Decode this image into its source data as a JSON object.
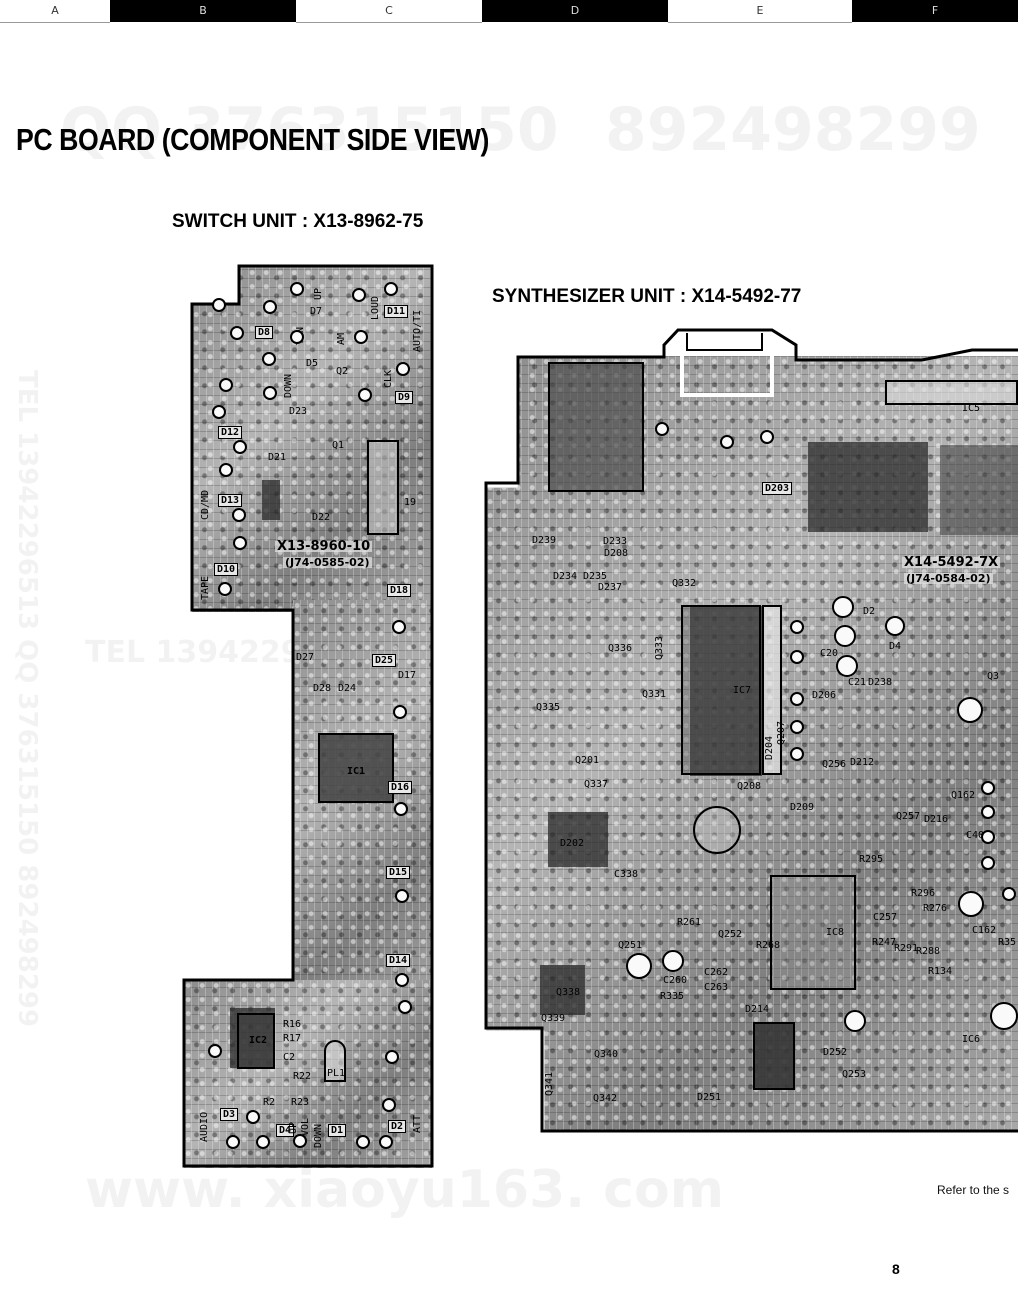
{
  "ruler": {
    "columns": [
      "A",
      "B",
      "C",
      "D",
      "E",
      "F"
    ]
  },
  "watermarks": {
    "top_left": "QQ 376315150",
    "top_right": "892498299",
    "side_vertical": "TEL 13942296513 QQ 376315150 892498299",
    "middle": "TEL 13942296513",
    "bottom": "www. xiaoyu163. com"
  },
  "page": {
    "title": "PC BOARD (COMPONENT SIDE VIEW)",
    "footer_note": "Refer to the s",
    "page_number": "8"
  },
  "switch_unit": {
    "label": "SWITCH UNIT : X13-8962-75",
    "board_id": "X13-8960-10",
    "board_sub": "(J74-0585-02)",
    "boxed_refs": [
      "D8",
      "D11",
      "D9",
      "D12",
      "D13",
      "D10",
      "D18",
      "D16",
      "D15",
      "D14",
      "D3",
      "D2",
      "D1",
      "D4"
    ],
    "refs": [
      "D7",
      "UP",
      "LOUD",
      "TUN",
      "D5",
      "AM",
      "DOWN",
      "Q2",
      "CLK",
      "AUTO/TI",
      "D23",
      "Q1",
      "D21",
      "D22",
      "19",
      "D27",
      "D25",
      "D17",
      "D28",
      "D24",
      "IC1",
      "IC2",
      "PL1",
      "ATT",
      "AUDIO",
      "TAPE",
      "CD/MD",
      "DOWN",
      "VOL",
      "UP",
      "R16",
      "R17",
      "C2",
      "R22",
      "R23",
      "R2"
    ]
  },
  "synth_unit": {
    "label": "SYNTHESIZER UNIT : X14-5492-77",
    "board_id": "X14-5492-7X",
    "board_sub": "(J74-0584-02)",
    "refs": [
      "IC5",
      "D203",
      "D239",
      "D233",
      "D208",
      "D234",
      "D235",
      "D237",
      "Q332",
      "Q336",
      "Q333",
      "Q335",
      "Q337",
      "Q331",
      "Q201",
      "D202",
      "IC7",
      "D206",
      "D204",
      "Q207",
      "D209",
      "Q208",
      "Q257",
      "D216",
      "Q162",
      "C162",
      "C40",
      "IC6",
      "Q256",
      "D212",
      "Q253",
      "D214",
      "Q252",
      "D251",
      "D252",
      "Q338",
      "Q339",
      "Q341",
      "Q342",
      "Q340",
      "D2",
      "D4",
      "D238",
      "C20",
      "C21",
      "IC8",
      "R261",
      "R268",
      "C262",
      "C263",
      "R335",
      "C338",
      "Q251",
      "C260",
      "R291",
      "R296",
      "R295",
      "R276",
      "C257",
      "R247",
      "R288",
      "R134",
      "Q3",
      "R35"
    ]
  }
}
